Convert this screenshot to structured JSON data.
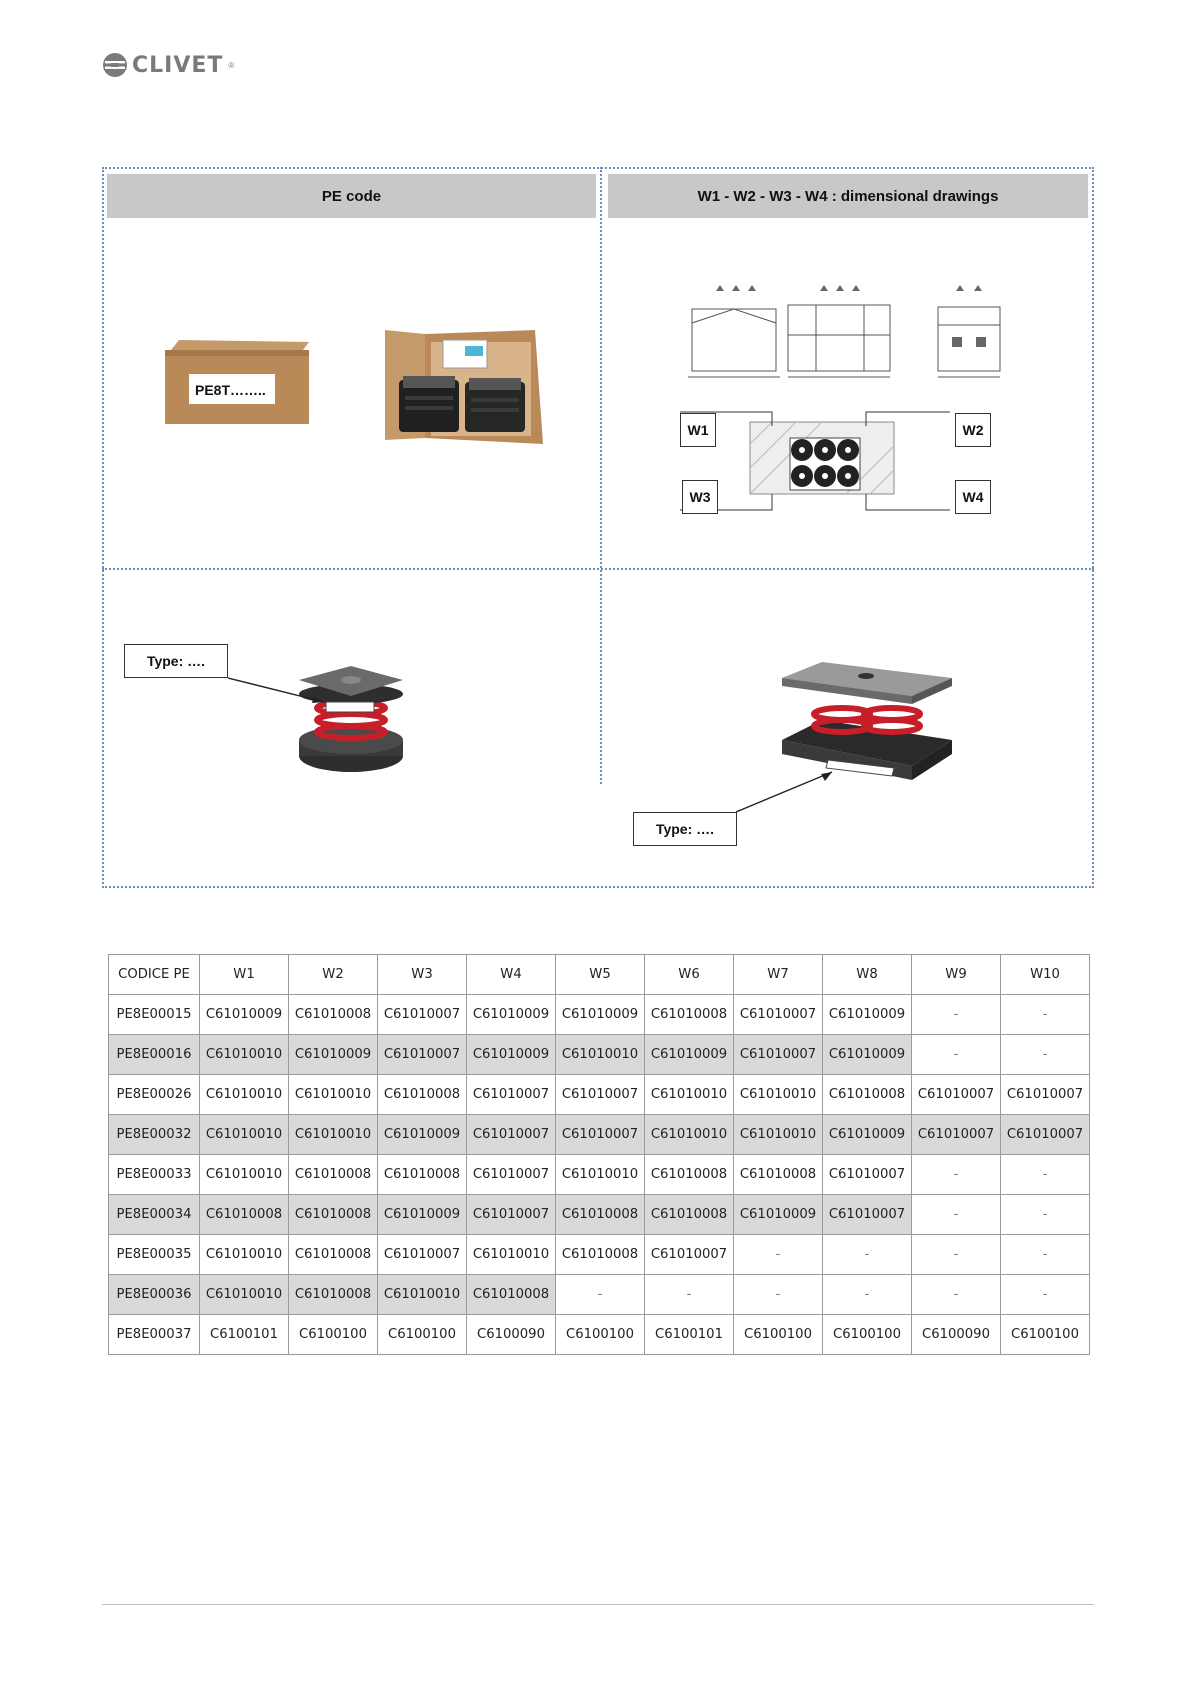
{
  "logo": {
    "text": "CLIVET",
    "tm": "®"
  },
  "panel": {
    "left_header": "PE code",
    "right_header": "W1 - W2 - W3 - W4 : dimensional drawings",
    "box_label": "PE8T……..",
    "type_label_left": "Type: ….",
    "type_label_right": "Type: ….",
    "w_tags": [
      "W1",
      "W2",
      "W3",
      "W4"
    ]
  },
  "table": {
    "headers": [
      "CODICE PE",
      "W1",
      "W2",
      "W3",
      "W4",
      "W5",
      "W6",
      "W7",
      "W8",
      "W9",
      "W10"
    ],
    "rows": [
      [
        "PE8E00015",
        "C61010009",
        "C61010008",
        "C61010007",
        "C61010009",
        "C61010009",
        "C61010008",
        "C61010007",
        "C61010009",
        "-",
        "-"
      ],
      [
        "PE8E00016",
        "C61010010",
        "C61010009",
        "C61010007",
        "C61010009",
        "C61010010",
        "C61010009",
        "C61010007",
        "C61010009",
        "-",
        "-"
      ],
      [
        "PE8E00026",
        "C61010010",
        "C61010010",
        "C61010008",
        "C61010007",
        "C61010007",
        "C61010010",
        "C61010010",
        "C61010008",
        "C61010007",
        "C61010007"
      ],
      [
        "PE8E00032",
        "C61010010",
        "C61010010",
        "C61010009",
        "C61010007",
        "C61010007",
        "C61010010",
        "C61010010",
        "C61010009",
        "C61010007",
        "C61010007"
      ],
      [
        "PE8E00033",
        "C61010010",
        "C61010008",
        "C61010008",
        "C61010007",
        "C61010010",
        "C61010008",
        "C61010008",
        "C61010007",
        "-",
        "-"
      ],
      [
        "PE8E00034",
        "C61010008",
        "C61010008",
        "C61010009",
        "C61010007",
        "C61010008",
        "C61010008",
        "C61010009",
        "C61010007",
        "-",
        "-"
      ],
      [
        "PE8E00035",
        "C61010010",
        "C61010008",
        "C61010007",
        "C61010010",
        "C61010008",
        "C61010007",
        "-",
        "-",
        "-",
        "-"
      ],
      [
        "PE8E00036",
        "C61010010",
        "C61010008",
        "C61010010",
        "C61010008",
        "-",
        "-",
        "-",
        "-",
        "-",
        "-"
      ],
      [
        "PE8E00037",
        "C6100101",
        "C6100100",
        "C6100100",
        "C6100090",
        "C6100100",
        "C6100101",
        "C6100100",
        "C6100100",
        "C6100090",
        "C6100100"
      ]
    ]
  }
}
